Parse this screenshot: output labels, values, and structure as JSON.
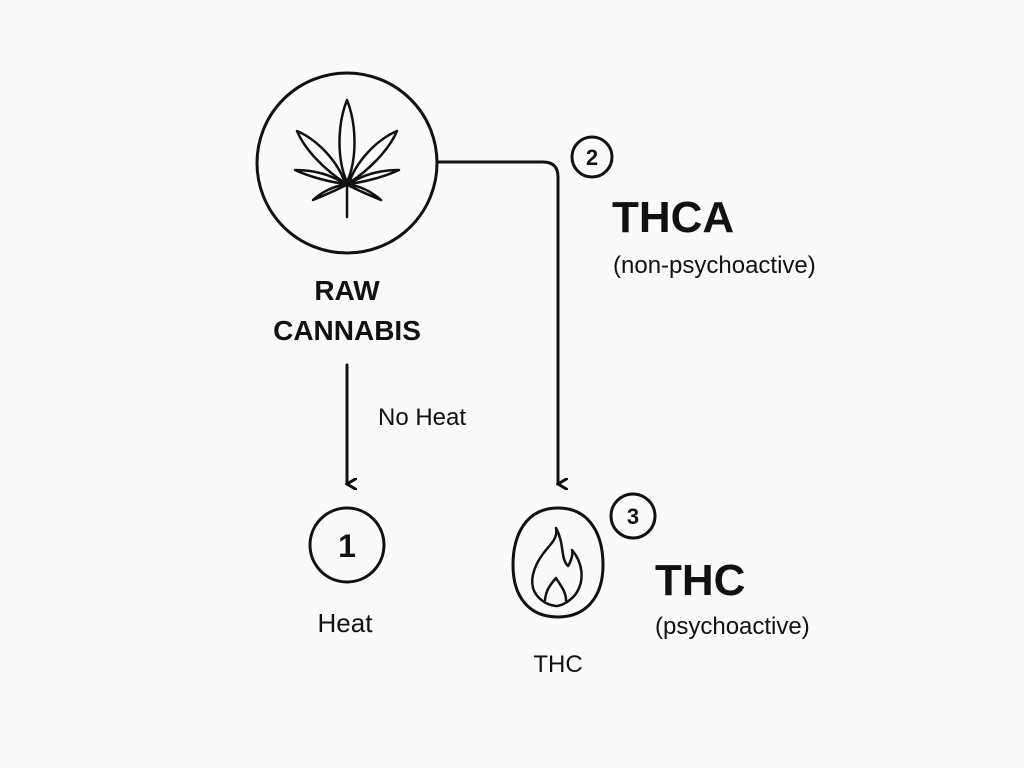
{
  "nodes": {
    "raw": {
      "line1": "RAW",
      "line2": "CANNABIS",
      "icon": "cannabis-leaf-icon"
    },
    "thca": {
      "number": "2",
      "title": "THCA",
      "subtitle": "(non-psychoactive)"
    },
    "heat": {
      "number": "1",
      "label": "Heat"
    },
    "thc": {
      "number": "3",
      "title": "THC",
      "subtitle": "(psychoactive)",
      "label": "THC",
      "icon": "flame-icon"
    }
  },
  "edges": {
    "no_heat": "No Heat"
  },
  "colors": {
    "ink": "#111111",
    "background": "#fafafa"
  }
}
